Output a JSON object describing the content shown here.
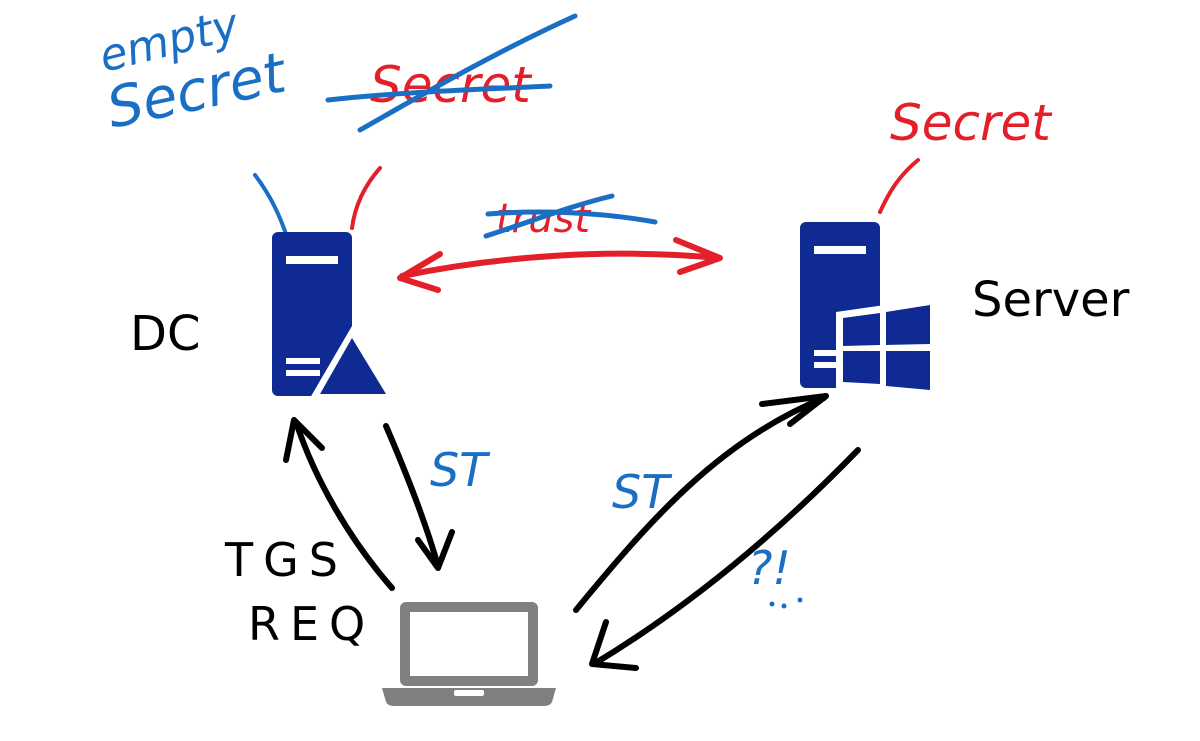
{
  "labels": {
    "empty_secret": {
      "line1": "empty",
      "line2": "Secret"
    },
    "secret_struck_dc": "Secret",
    "secret_server": "Secret",
    "trust_struck": "trust",
    "dc": "DC",
    "server": "Server",
    "st_dc": "ST",
    "st_server": "ST",
    "question": "?!",
    "tgs_req": {
      "line1": "TGS",
      "line2": "REQ"
    }
  },
  "icons": {
    "dc": "domain-controller-server-icon",
    "server": "windows-server-icon",
    "client": "laptop-icon"
  },
  "colors": {
    "blue_ink": "#1a6fc4",
    "red_ink": "#e3202a",
    "black_ink": "#000000",
    "server_blue": "#0f2a92",
    "laptop_gray": "#808080"
  }
}
